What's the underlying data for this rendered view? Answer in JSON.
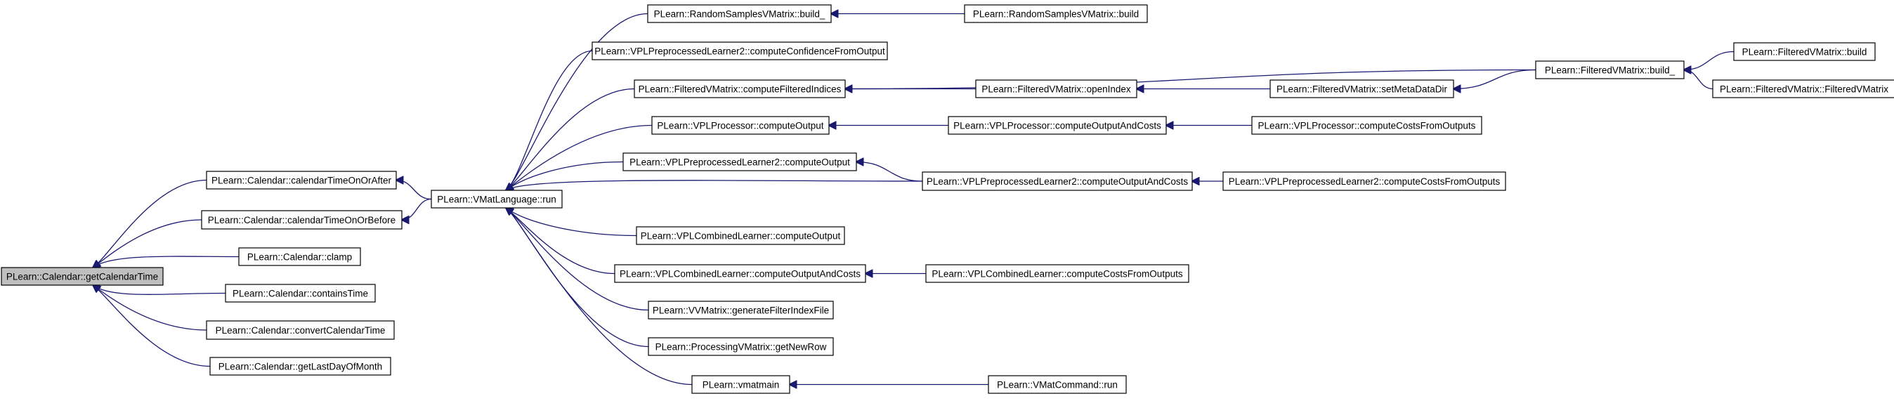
{
  "colors": {
    "edge": "#191970",
    "root_fill": "#bfbfbf",
    "node_fill": "#ffffff"
  },
  "nodes": {
    "getCalendarTime": "PLearn::Calendar::getCalendarTime",
    "calendarTimeOnOrAfter": "PLearn::Calendar::calendarTimeOnOrAfter",
    "calendarTimeOnOrBefore": "PLearn::Calendar::calendarTimeOnOrBefore",
    "clamp": "PLearn::Calendar::clamp",
    "containsTime": "PLearn::Calendar::containsTime",
    "convertCalendarTime": "PLearn::Calendar::convertCalendarTime",
    "getLastDayOfMonth": "PLearn::Calendar::getLastDayOfMonth",
    "vmatLanguageRun": "PLearn::VMatLanguage::run",
    "rsvmBuildUnderscore": "PLearn::RandomSamplesVMatrix::build_",
    "rsvmBuild": "PLearn::RandomSamplesVMatrix::build",
    "vplpl2ComputeConfidence": "PLearn::VPLPreprocessedLearner2::computeConfidenceFromOutput",
    "fvmComputeFilteredIndices": "PLearn::FilteredVMatrix::computeFilteredIndices",
    "fvmOpenIndex": "PLearn::FilteredVMatrix::openIndex",
    "fvmSetMetaDataDir": "PLearn::FilteredVMatrix::setMetaDataDir",
    "fvmBuildUnderscore": "PLearn::FilteredVMatrix::build_",
    "fvmBuild": "PLearn::FilteredVMatrix::build",
    "fvmConstructor": "PLearn::FilteredVMatrix::FilteredVMatrix",
    "vplpComputeOutput": "PLearn::VPLProcessor::computeOutput",
    "vplpComputeOutputAndCosts": "PLearn::VPLProcessor::computeOutputAndCosts",
    "vplpComputeCostsFromOutputs": "PLearn::VPLProcessor::computeCostsFromOutputs",
    "vplpl2ComputeOutput": "PLearn::VPLPreprocessedLearner2::computeOutput",
    "vplpl2ComputeOutputAndCosts": "PLearn::VPLPreprocessedLearner2::computeOutputAndCosts",
    "vplpl2ComputeCostsFromOutputs": "PLearn::VPLPreprocessedLearner2::computeCostsFromOutputs",
    "vplclComputeOutput": "PLearn::VPLCombinedLearner::computeOutput",
    "vplclComputeOutputAndCosts": "PLearn::VPLCombinedLearner::computeOutputAndCosts",
    "vplclComputeCostsFromOutputs": "PLearn::VPLCombinedLearner::computeCostsFromOutputs",
    "vvmGenerateFilterIndexFile": "PLearn::VVMatrix::generateFilterIndexFile",
    "pvmGetNewRow": "PLearn::ProcessingVMatrix::getNewRow",
    "vmatmain": "PLearn::vmatmain",
    "vmatCommandRun": "PLearn::VMatCommand::run"
  },
  "edges": [
    [
      "calendarTimeOnOrAfter",
      "getCalendarTime"
    ],
    [
      "calendarTimeOnOrBefore",
      "getCalendarTime"
    ],
    [
      "clamp",
      "getCalendarTime"
    ],
    [
      "containsTime",
      "getCalendarTime"
    ],
    [
      "convertCalendarTime",
      "getCalendarTime"
    ],
    [
      "getLastDayOfMonth",
      "getCalendarTime"
    ],
    [
      "vmatLanguageRun",
      "calendarTimeOnOrAfter"
    ],
    [
      "vmatLanguageRun",
      "calendarTimeOnOrBefore"
    ],
    [
      "rsvmBuildUnderscore",
      "vmatLanguageRun"
    ],
    [
      "vplpl2ComputeConfidence",
      "vmatLanguageRun"
    ],
    [
      "fvmComputeFilteredIndices",
      "vmatLanguageRun"
    ],
    [
      "vplpComputeOutput",
      "vmatLanguageRun"
    ],
    [
      "vplpl2ComputeOutput",
      "vmatLanguageRun"
    ],
    [
      "vplpl2ComputeOutputAndCosts",
      "vmatLanguageRun"
    ],
    [
      "vplclComputeOutput",
      "vmatLanguageRun"
    ],
    [
      "vplclComputeOutputAndCosts",
      "vmatLanguageRun"
    ],
    [
      "vvmGenerateFilterIndexFile",
      "vmatLanguageRun"
    ],
    [
      "pvmGetNewRow",
      "vmatLanguageRun"
    ],
    [
      "vmatmain",
      "vmatLanguageRun"
    ],
    [
      "rsvmBuild",
      "rsvmBuildUnderscore"
    ],
    [
      "fvmOpenIndex",
      "fvmComputeFilteredIndices"
    ],
    [
      "fvmBuildUnderscore",
      "fvmComputeFilteredIndices"
    ],
    [
      "fvmSetMetaDataDir",
      "fvmOpenIndex"
    ],
    [
      "fvmBuildUnderscore",
      "fvmSetMetaDataDir"
    ],
    [
      "fvmBuild",
      "fvmBuildUnderscore"
    ],
    [
      "fvmConstructor",
      "fvmBuildUnderscore"
    ],
    [
      "vplpComputeOutputAndCosts",
      "vplpComputeOutput"
    ],
    [
      "vplpComputeCostsFromOutputs",
      "vplpComputeOutputAndCosts"
    ],
    [
      "vplpl2ComputeOutputAndCosts",
      "vplpl2ComputeOutput"
    ],
    [
      "vplpl2ComputeCostsFromOutputs",
      "vplpl2ComputeOutputAndCosts"
    ],
    [
      "vplclComputeCostsFromOutputs",
      "vplclComputeOutputAndCosts"
    ],
    [
      "vmatCommandRun",
      "vmatmain"
    ]
  ]
}
